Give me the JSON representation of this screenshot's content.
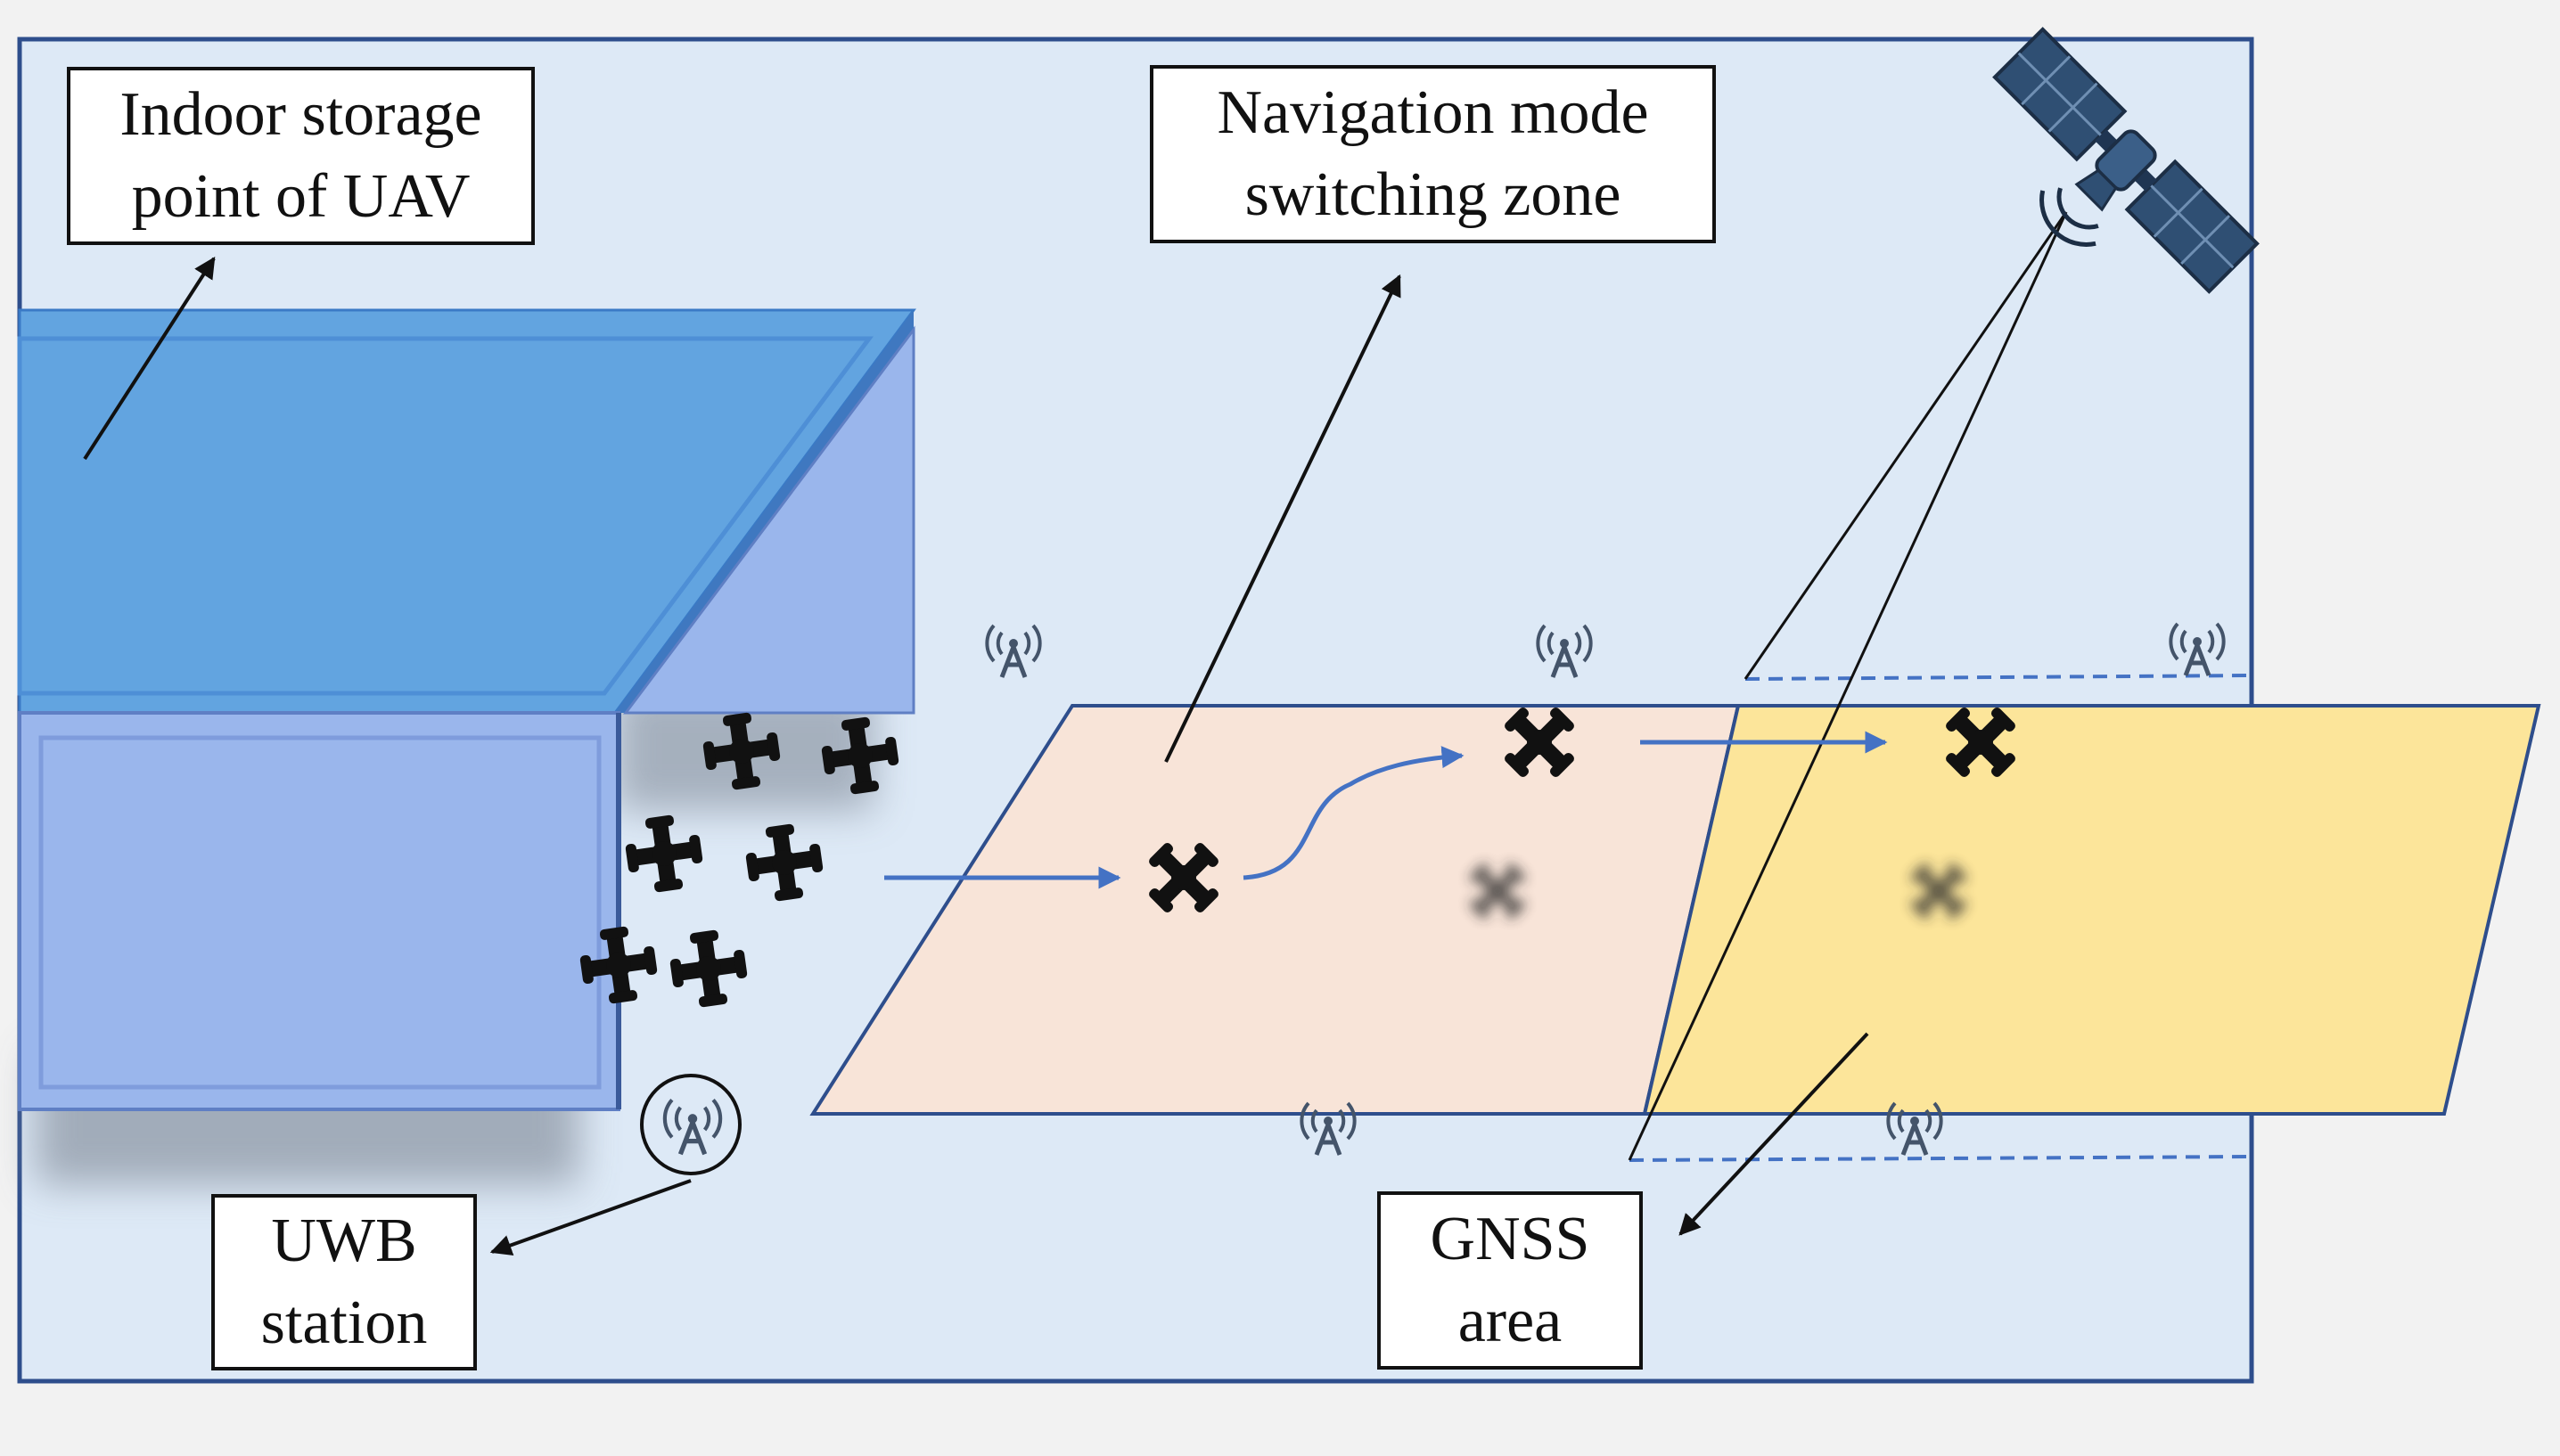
{
  "labels": {
    "storage": "Indoor storage\npoint of UAV",
    "switching": "Navigation mode\nswitching zone",
    "uwb": "UWB\nstation",
    "gnss": "GNSS\narea"
  },
  "colors": {
    "background": "#dde9f6",
    "frame": "#2e4e8c",
    "building_top": "#62a4e0",
    "building_side": "#9ab6ec",
    "switching_zone": "#f8e4d8",
    "gnss_zone": "#fce59a",
    "arrow_blue": "#4472c4",
    "uwb_icon": "#44546a",
    "satellite": "#2f4f73",
    "drone": "#111111"
  },
  "icons": {
    "uwb_station": "antenna-tower-icon",
    "satellite": "satellite-icon",
    "uav": "quadcopter-icon"
  }
}
